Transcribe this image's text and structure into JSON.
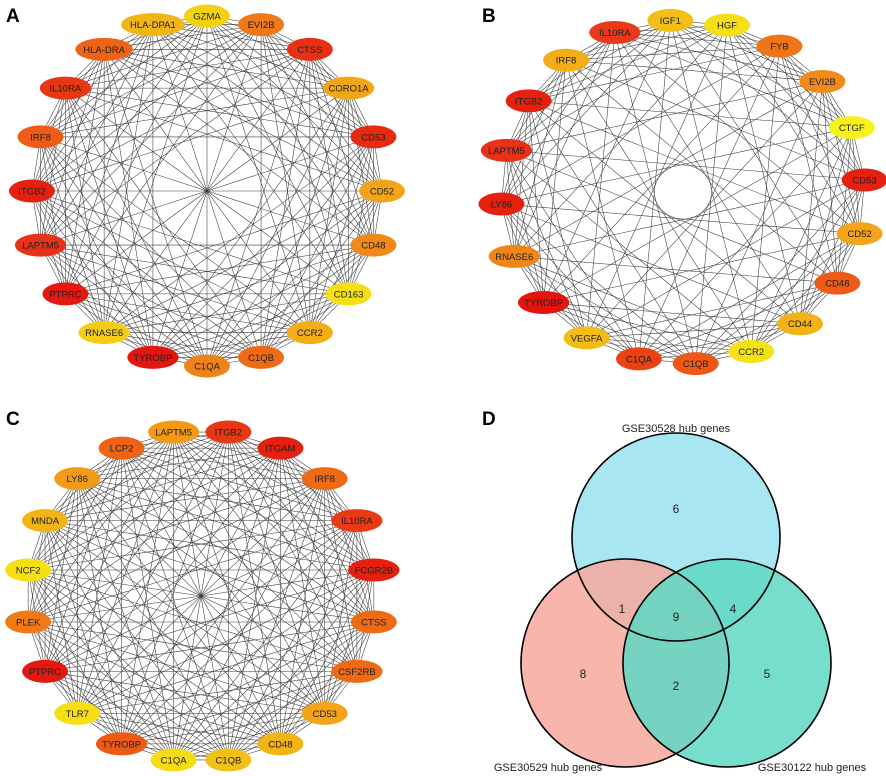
{
  "panels": [
    {
      "letter": "A",
      "nodes": [
        {
          "label": "GZMA",
          "color": "#f2d40e"
        },
        {
          "label": "EVI2B",
          "color": "#f07818"
        },
        {
          "label": "CTSS",
          "color": "#ea3014"
        },
        {
          "label": "CORO1A",
          "color": "#f3a616"
        },
        {
          "label": "CD53",
          "color": "#e72a12"
        },
        {
          "label": "CD52",
          "color": "#f3a418"
        },
        {
          "label": "CD48",
          "color": "#f08a16"
        },
        {
          "label": "CD163",
          "color": "#f6e013"
        },
        {
          "label": "CCR2",
          "color": "#f3ae17"
        },
        {
          "label": "C1QB",
          "color": "#f06a15"
        },
        {
          "label": "C1QA",
          "color": "#f0821a"
        },
        {
          "label": "TYROBP",
          "color": "#e4140f"
        },
        {
          "label": "RNASE6",
          "color": "#f4cd16"
        },
        {
          "label": "PTPRC",
          "color": "#e6170f"
        },
        {
          "label": "LAPTM5",
          "color": "#e93018"
        },
        {
          "label": "ITGB2",
          "color": "#e6200f"
        },
        {
          "label": "IRF8",
          "color": "#ee5c16"
        },
        {
          "label": "IL10RA",
          "color": "#e63813"
        },
        {
          "label": "HLA-DRA",
          "color": "#ef6316"
        },
        {
          "label": "HLA-DPA1",
          "color": "#f3b416"
        }
      ]
    },
    {
      "letter": "B",
      "nodes": [
        {
          "label": "HGF",
          "color": "#f6df13"
        },
        {
          "label": "FYB",
          "color": "#f07518"
        },
        {
          "label": "EVI2B",
          "color": "#f08a18"
        },
        {
          "label": "CTGF",
          "color": "#f8f21a"
        },
        {
          "label": "CD53",
          "color": "#e5200f"
        },
        {
          "label": "CD52",
          "color": "#f3a418"
        },
        {
          "label": "CD48",
          "color": "#ef5a16"
        },
        {
          "label": "CD44",
          "color": "#f3b216"
        },
        {
          "label": "CCR2",
          "color": "#f6e112"
        },
        {
          "label": "C1QB",
          "color": "#ee5714"
        },
        {
          "label": "C1QA",
          "color": "#ea4115"
        },
        {
          "label": "VEGFA",
          "color": "#f3bc16"
        },
        {
          "label": "TYROBP",
          "color": "#e4140f"
        },
        {
          "label": "RNASE6",
          "color": "#f0861a"
        },
        {
          "label": "LY86",
          "color": "#e6200f"
        },
        {
          "label": "LAPTM5",
          "color": "#e93018"
        },
        {
          "label": "ITGB2",
          "color": "#e5200f"
        },
        {
          "label": "IRF8",
          "color": "#f3ad17"
        },
        {
          "label": "IL10RA",
          "color": "#e8391a"
        },
        {
          "label": "IGF1",
          "color": "#f3bf16"
        }
      ]
    },
    {
      "letter": "C",
      "nodes": [
        {
          "label": "ITGB2",
          "color": "#e63813"
        },
        {
          "label": "ITGAM",
          "color": "#e6200f"
        },
        {
          "label": "IRF8",
          "color": "#ef6a15"
        },
        {
          "label": "IL10RA",
          "color": "#ea3a15"
        },
        {
          "label": "FCGR2B",
          "color": "#e5200f"
        },
        {
          "label": "CTSS",
          "color": "#ef6a15"
        },
        {
          "label": "CSF2RB",
          "color": "#f06a15"
        },
        {
          "label": "CD53",
          "color": "#f3a418"
        },
        {
          "label": "CD48",
          "color": "#f3b416"
        },
        {
          "label": "C1QB",
          "color": "#f3c016"
        },
        {
          "label": "C1QA",
          "color": "#f5dc14"
        },
        {
          "label": "TYROBP",
          "color": "#ee5a16"
        },
        {
          "label": "TLR7",
          "color": "#f6e013"
        },
        {
          "label": "PTPRC",
          "color": "#e5170f"
        },
        {
          "label": "PLEK",
          "color": "#f07a18"
        },
        {
          "label": "NCF2",
          "color": "#f6e013"
        },
        {
          "label": "MNDA",
          "color": "#f3b416"
        },
        {
          "label": "LY86",
          "color": "#f39b18"
        },
        {
          "label": "LCP2",
          "color": "#ef6316"
        },
        {
          "label": "LAPTM5",
          "color": "#f39a17"
        }
      ]
    }
  ],
  "venn": {
    "letter": "D",
    "sets": [
      {
        "title": "GSE30528 hub genes",
        "color": "#9fe3ef"
      },
      {
        "title": "GSE30529 hub genes",
        "color": "#f7a89d"
      },
      {
        "title": "GSE30122 hub genes",
        "color": "#5fd8c4"
      }
    ],
    "regions": {
      "only_top": "6",
      "only_left": "8",
      "only_right": "5",
      "top_left": "1",
      "top_right": "4",
      "left_right": "2",
      "all": "9"
    }
  }
}
